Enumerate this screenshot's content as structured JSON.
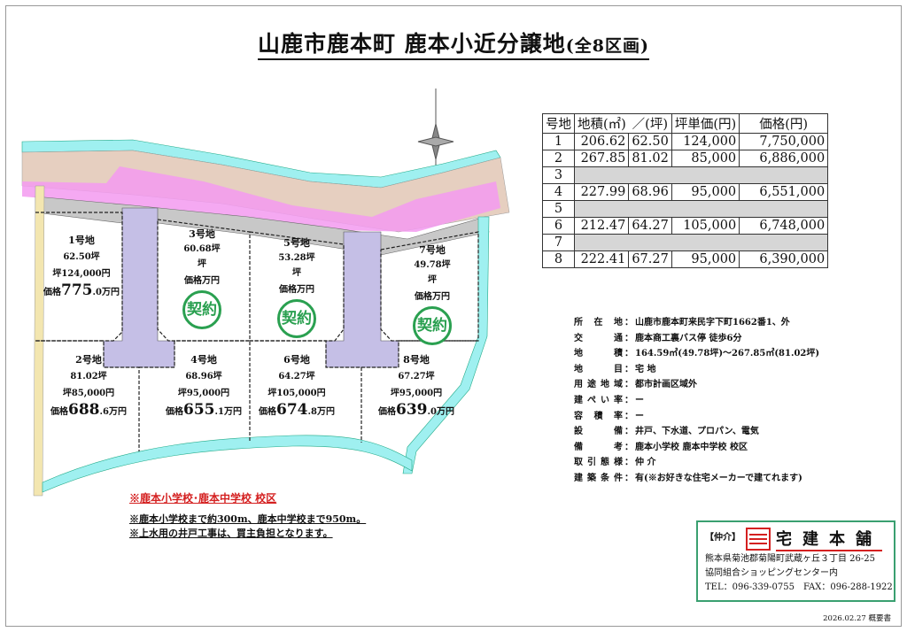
{
  "title": {
    "main": "山鹿市鹿本町 鹿本小近分譲地",
    "sub": "(全8区画)"
  },
  "lots": [
    {
      "name": "1号地",
      "tsubo": "62.50坪",
      "unit": "坪124,000円",
      "price_label": "価格",
      "price_big": "775",
      "price_small": ".0万円",
      "contracted": false
    },
    {
      "name": "2号地",
      "tsubo": "81.02坪",
      "unit": "坪85,000円",
      "price_label": "価格",
      "price_big": "688",
      "price_small": ".6万円",
      "contracted": false
    },
    {
      "name": "3号地",
      "tsubo": "60.68坪",
      "unit": "坪",
      "price_label": "価格",
      "price_big": "",
      "price_small": "万円",
      "contracted": true
    },
    {
      "name": "4号地",
      "tsubo": "68.96坪",
      "unit": "坪95,000円",
      "price_label": "価格",
      "price_big": "655",
      "price_small": ".1万円",
      "contracted": false
    },
    {
      "name": "5号地",
      "tsubo": "53.28坪",
      "unit": "坪",
      "price_label": "価格",
      "price_big": "",
      "price_small": "万円",
      "contracted": true
    },
    {
      "name": "6号地",
      "tsubo": "64.27坪",
      "unit": "坪105,000円",
      "price_label": "価格",
      "price_big": "674",
      "price_small": ".8万円",
      "contracted": false
    },
    {
      "name": "7号地",
      "tsubo": "49.78坪",
      "unit": "坪",
      "price_label": "価格",
      "price_big": "",
      "price_small": "万円",
      "contracted": true
    },
    {
      "name": "8号地",
      "tsubo": "67.27坪",
      "unit": "坪95,000円",
      "price_label": "価格",
      "price_big": "639",
      "price_small": ".0万円",
      "contracted": false
    }
  ],
  "stamp_label": "契約",
  "table": {
    "headers": [
      "号地",
      "地積(㎡)",
      "／(坪)",
      "坪単価(円)",
      "価格(円)"
    ],
    "rows": [
      {
        "no": "1",
        "m2": "206.62",
        "tsubo": "62.50",
        "unit": "124,000",
        "price": "7,750,000"
      },
      {
        "no": "2",
        "m2": "267.85",
        "tsubo": "81.02",
        "unit": "85,000",
        "price": "6,886,000"
      },
      {
        "no": "3",
        "gray": true
      },
      {
        "no": "4",
        "m2": "227.99",
        "tsubo": "68.96",
        "unit": "95,000",
        "price": "6,551,000"
      },
      {
        "no": "5",
        "gray": true
      },
      {
        "no": "6",
        "m2": "212.47",
        "tsubo": "64.27",
        "unit": "105,000",
        "price": "6,748,000"
      },
      {
        "no": "7",
        "gray": true
      },
      {
        "no": "8",
        "m2": "222.41",
        "tsubo": "67.27",
        "unit": "95,000",
        "price": "6,390,000"
      }
    ]
  },
  "details": [
    {
      "k": "所在地",
      "v": "山鹿市鹿本町来民字下町1662番1、外"
    },
    {
      "k": "交通",
      "v": "鹿本商工裏バス停 徒歩6分"
    },
    {
      "k": "地積",
      "v": "164.59㎡(49.78坪)～267.85㎡(81.02坪)"
    },
    {
      "k": "地目",
      "v": "宅 地"
    },
    {
      "k": "用途地域",
      "v": "都市計画区域外"
    },
    {
      "k": "建ぺい率",
      "v": "ー"
    },
    {
      "k": "容積率",
      "v": "ー"
    },
    {
      "k": "設備",
      "v": "井戸、下水道、プロパン、電気"
    },
    {
      "k": "備考",
      "v": "鹿本小学校 鹿本中学校 校区"
    },
    {
      "k": "取引態様",
      "v": "仲 介"
    },
    {
      "k": "建築条件",
      "v": "有(※お好きな住宅メーカーで建てれます)"
    }
  ],
  "colon": "：",
  "notes": {
    "school": "※鹿本小学校･鹿本中学校 校区",
    "distance": "※鹿本小学校まで約300m、鹿本中学校まで950m。",
    "water": "※上水用の井戸工事は、買主負担となります。"
  },
  "agent": {
    "tag": "【仲介】",
    "name": "宅建本舗",
    "address": "熊本県菊池郡菊陽町武蔵ヶ丘３丁目 26-25",
    "building": "協同組合ショッピングセンター内",
    "tel": "TEL：096-339-0755　FAX：096-288-1922"
  },
  "date": "2026.02.27 概要書",
  "colors": {
    "road": "#c8c8c8",
    "pink": "#f39af0",
    "river": "#9ff0f0",
    "access": "#c5bfe6",
    "stamp": "#2aa050",
    "accent": "#d42020"
  }
}
